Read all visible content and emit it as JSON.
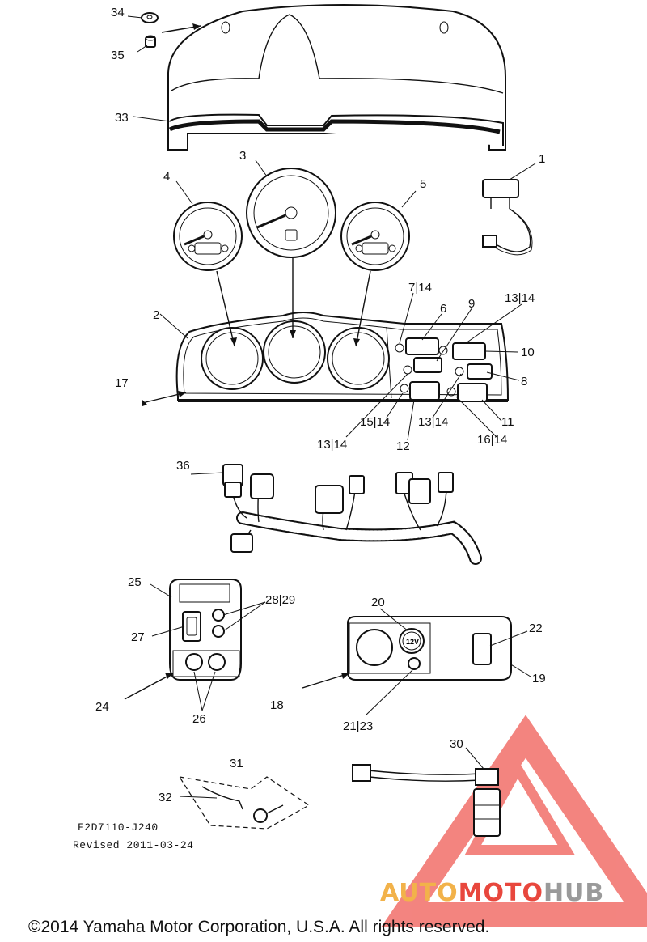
{
  "document": {
    "drawing_code": "F2D7110-J240",
    "revised": "Revised 2011-03-24",
    "copyright": "©2014 Yamaha Motor Corporation, U.S.A. All rights reserved."
  },
  "watermark": {
    "part1": "AUTO",
    "part2": "MOTO",
    "part3": "HUB",
    "color_auto": "#f2b24a",
    "color_moto": "#e8473d",
    "color_hub": "#9a9a9a",
    "color_triangle": "#ef5b55"
  },
  "callouts": {
    "c1": "1",
    "c2": "2",
    "c3": "3",
    "c4": "4",
    "c5": "5",
    "c6": "6",
    "c7": "7|14",
    "c8": "8",
    "c9": "9",
    "c10": "10",
    "c11": "11",
    "c12": "12",
    "c13a": "13|14",
    "c13b": "13|14",
    "c13c": "13|14",
    "c15": "15|14",
    "c16": "16|14",
    "c17": "17",
    "c18": "18",
    "c19": "19",
    "c20": "20",
    "c21": "21|23",
    "c22": "22",
    "c24": "24",
    "c25": "25",
    "c26": "26",
    "c27": "27",
    "c28": "28|29",
    "c30": "30",
    "c31": "31",
    "c32": "32",
    "c33": "33",
    "c34": "34",
    "c35": "35",
    "c36": "36"
  },
  "gauges": {
    "socket_label": "12V"
  }
}
